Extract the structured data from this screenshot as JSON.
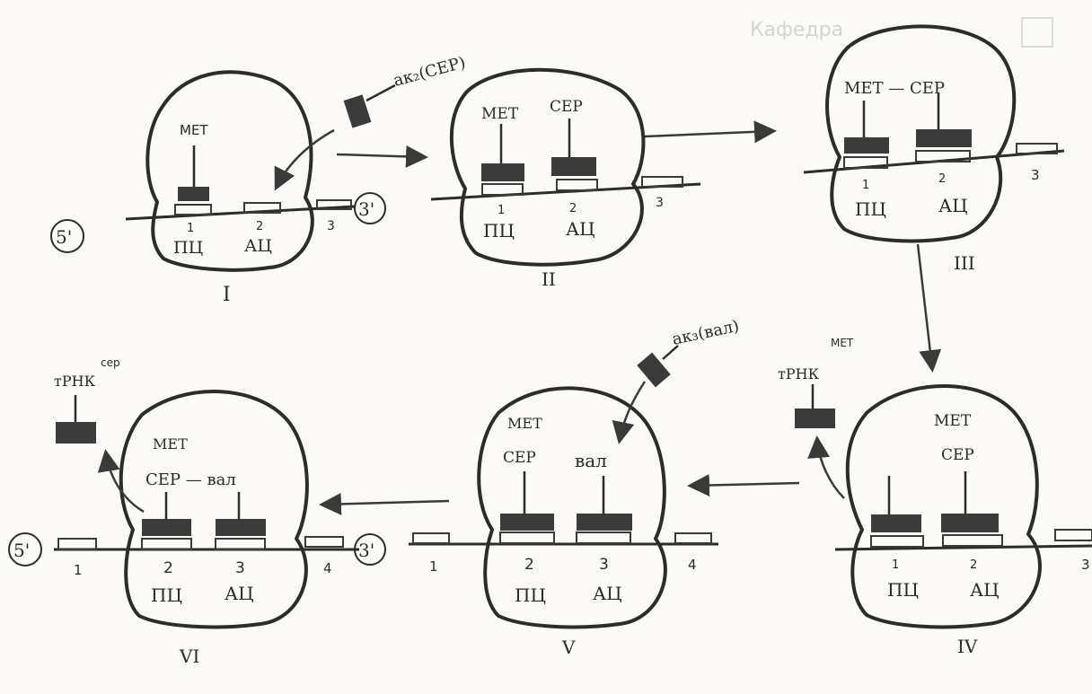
{
  "labels": {
    "five_prime": "5'",
    "three_prime": "3'",
    "pc": "ПЦ",
    "ac": "АЦ",
    "met": "МЕТ",
    "ser": "СЕР",
    "val": "вал",
    "met_ser": "МЕТ — СЕР",
    "ser_val": "СЕР — вал",
    "ak2": "ак₂(СЕР)",
    "ak3": "ак₃(вал)",
    "trna_met": "тРНК",
    "trna_met_sup": "МЕТ",
    "trna_ser": "тРНК",
    "trna_ser_sup": "сер"
  },
  "stages": [
    "I",
    "II",
    "III",
    "IV",
    "V",
    "VI"
  ],
  "codon_numbers": [
    "1",
    "2",
    "3",
    "4"
  ],
  "background_text": "Кафедра"
}
